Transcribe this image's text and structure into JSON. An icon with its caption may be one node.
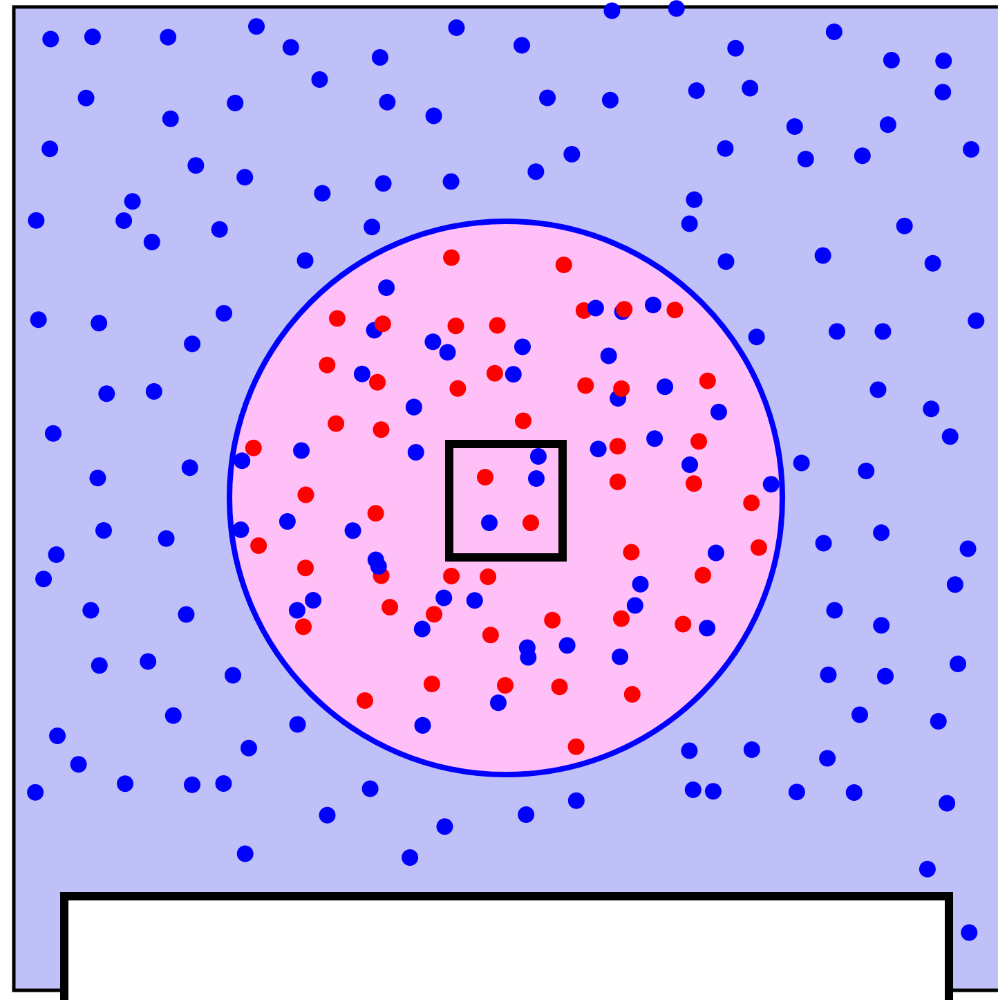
{
  "diagram": {
    "nodes": [
      {
        "text": [],
        "shape": "box"
      },
      {
        "text": [],
        "shape": "circle",
        "in": 0
      },
      {
        "text": [],
        "shape": "box",
        "in": 1
      },
      {
        "text": [],
        "shape": "box"
      }
    ]
  }
}
